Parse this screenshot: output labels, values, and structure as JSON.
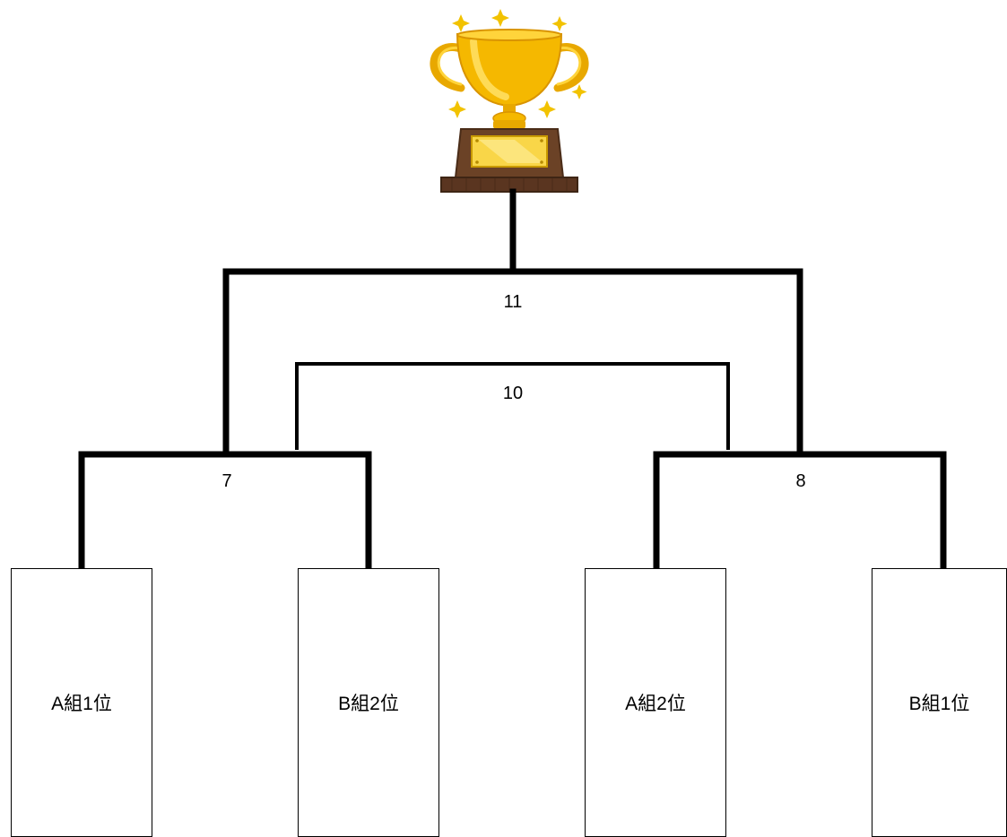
{
  "teams": [
    {
      "label": "A組1位"
    },
    {
      "label": "B組2位"
    },
    {
      "label": "A組2位"
    },
    {
      "label": "B組1位"
    }
  ],
  "matches": {
    "semi_left": "7",
    "semi_right": "8",
    "third_place": "10",
    "final": "11"
  },
  "colors": {
    "line": "#000000",
    "background": "#ffffff",
    "trophy_gold": "#F5B800",
    "trophy_base": "#6B4226",
    "plate": "#F9E07A"
  },
  "icons": {
    "trophy": "trophy-icon",
    "sparkle": "sparkle-icon"
  }
}
